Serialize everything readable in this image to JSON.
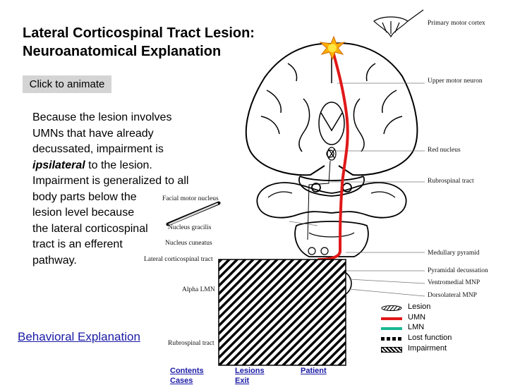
{
  "title": {
    "line1": "Lateral Corticospinal Tract Lesion:",
    "line2": "Neuroanatomical Explanation"
  },
  "animate_button": "Click to animate",
  "explanation": {
    "lines": [
      "Because the lesion involves",
      "UMNs that  have already",
      "decussated, impairment is",
      "ipsilateral",
      " to the lesion.",
      "Impairment is generalized to all",
      "body parts below the",
      "lesion level because",
      "the lateral corticospinal",
      "tract is an efferent",
      "pathway."
    ]
  },
  "behavioral_link": "Behavioral Explanation",
  "diagram_labels": {
    "primary_motor_cortex": "Primary motor cortex",
    "upper_motor_neuron": "Upper motor neuron",
    "red_nucleus": "Red nucleus",
    "rubrospinal_tract": "Rubrospinal tract",
    "facial_motor_nucleus": "Facial motor nucleus",
    "nucleus_gracilis": "Nucleus gracilis",
    "nucleus_cuneatus": "Nucleus cuneatus",
    "lateral_corticospinal_tract": "Lateral corticospinal tract",
    "medullary_pyramid": "Medullary pyramid",
    "pyramidal_decussation": "Pyramidal decussation",
    "ventromedial_mnp": "Ventromedial MNP",
    "dorsolateral_mnp": "Dorsolateral MNP",
    "alpha_lmn": "Alpha LMN",
    "rubrospinal_tract_lower": "Rubrospinal tract"
  },
  "legend": {
    "items": [
      {
        "label": "Lesion",
        "color": "#000000"
      },
      {
        "label": "UMN",
        "color": "#e01818"
      },
      {
        "label": "LMN",
        "color": "#18b894"
      },
      {
        "label": "Lost function",
        "color": "#000000"
      },
      {
        "label": "Impairment",
        "color": "#000000"
      }
    ]
  },
  "nav": {
    "contents": "Contents",
    "lesions": "Lesions",
    "patient": "Patient",
    "cases": "Cases",
    "exit": "Exit"
  },
  "colors": {
    "umn_path": "#e01818",
    "lesion_star": "#ffd400",
    "link": "#1a1aa6",
    "button_bg": "#d4d4d4"
  }
}
